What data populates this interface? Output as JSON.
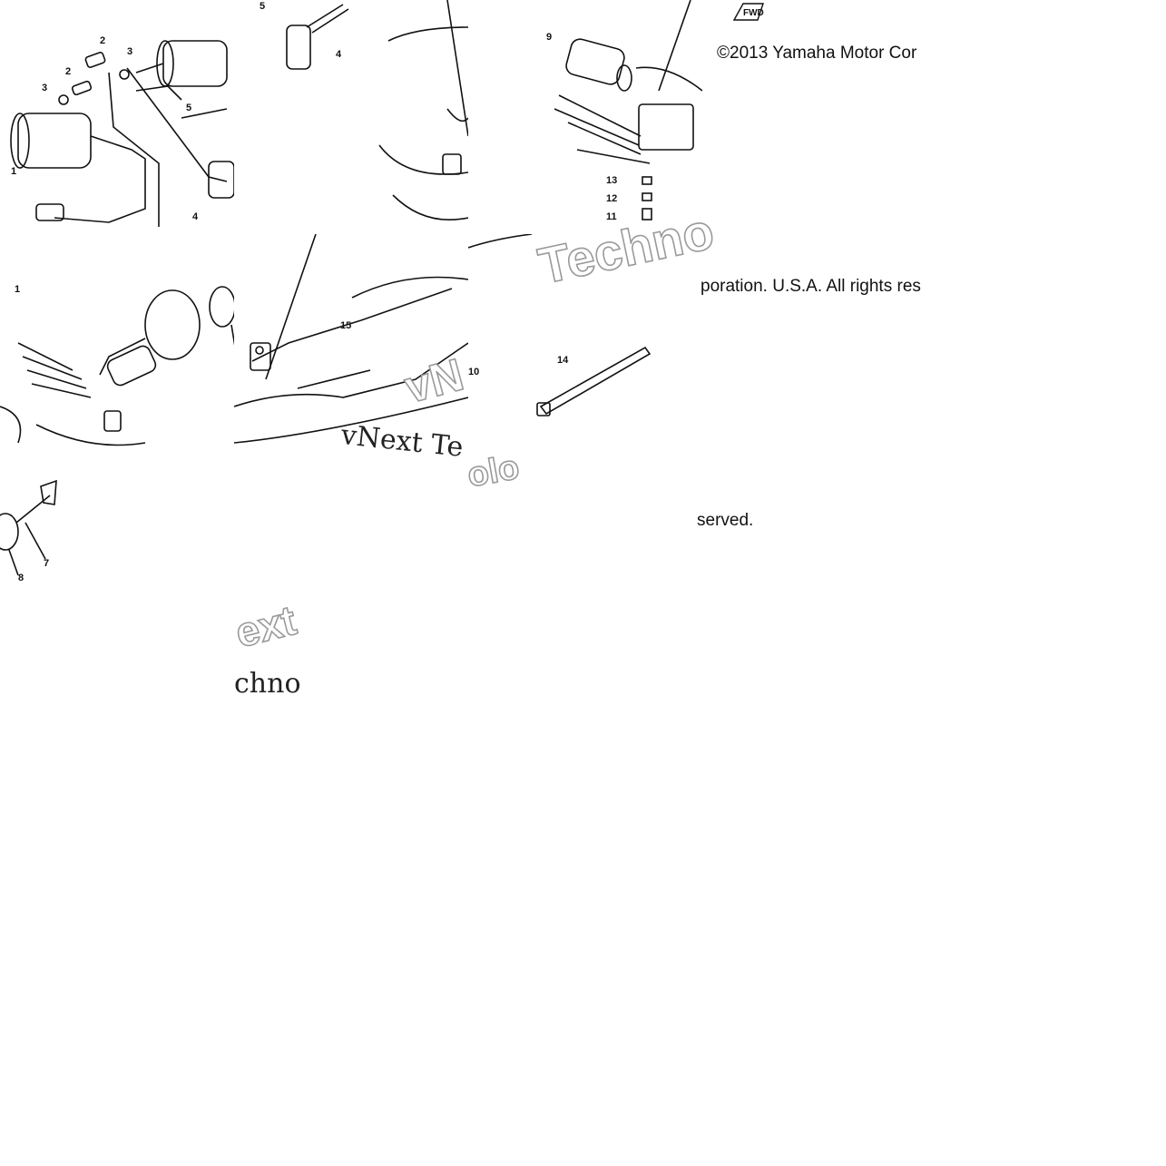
{
  "copyright": {
    "part1": "©2013 Yamaha Motor Cor",
    "part2": "poration. U.S.A. All rights res",
    "part3": "served."
  },
  "watermarks": {
    "techno_top": "Techno",
    "vnext_mid": "vNext Te",
    "vn_fragment": "vN",
    "olo_fragment": "olo",
    "ext_fragment": "ext",
    "chno_fragment": "chno"
  },
  "callouts": {
    "tile_a": [
      "2",
      "3",
      "2",
      "3",
      "1",
      "5"
    ],
    "tile_b": [
      "5",
      "4"
    ],
    "tile_c": [
      "9",
      "13",
      "12",
      "11"
    ],
    "tile_d": [
      "1",
      "8",
      "7"
    ],
    "tile_e": [
      "15"
    ],
    "tile_f": [
      "10",
      "14"
    ],
    "fwd_label": "FWD",
    "tile_a_extra": "4"
  }
}
